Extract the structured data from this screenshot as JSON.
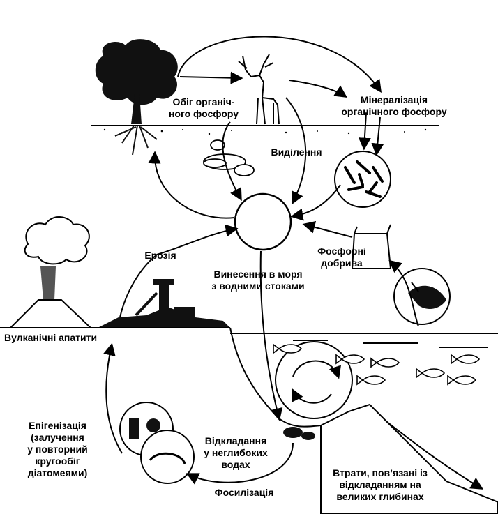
{
  "labels": {
    "organic_cycle": "Обіг органіч-\nного фосфору",
    "mineralization": "Мінералізація\nорганічного фосфору",
    "excretion": "Виділення",
    "fertilizers": "Фосфорні\nдобрива",
    "erosion": "Ерозія",
    "runoff": "Винесення в моря\nз водними стоками",
    "volcanic": "Вулканічні апатити",
    "epigenesis": "Епігенізація\n(залучення\nу повторний\nкругообіг\nдіатомеями)",
    "shallow": "Відкладання\nу неглибоких\nводах",
    "deep_loss": "Втрати, пов’язані із\nвідкладанням на\nвеликих глибинах",
    "fossilization": "Фосилізація"
  },
  "icons": {
    "tree": "tree-icon",
    "deer": "deer-icon",
    "droppings": "droppings-icon",
    "bacteria": "bacteria-icon",
    "phosphate_pool": "phosphate-pool-icon",
    "volcano": "volcano-icon",
    "mine": "mine-icon",
    "fertilizer_bag": "fertilizer-bag-icon",
    "bird": "bird-icon",
    "fish": "fish-icon",
    "diatoms": "diatom-icon",
    "sediment": "sediment-icon"
  }
}
